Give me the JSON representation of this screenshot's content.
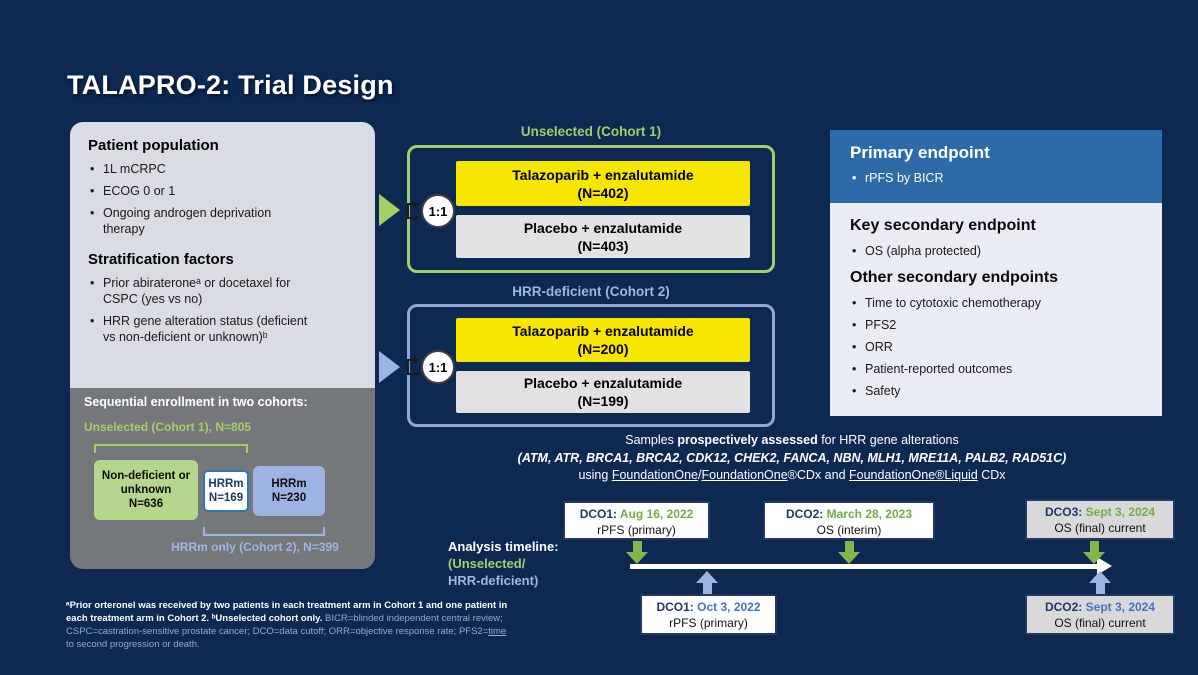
{
  "title": "TALAPRO-2: Trial Design",
  "patient_panel": {
    "population_heading": "Patient population",
    "population_bullets": [
      "1L mCRPC",
      "ECOG 0 or 1",
      "Ongoing androgen deprivation therapy"
    ],
    "stratification_heading": "Stratification factors",
    "stratification_bullets": [
      "Prior abirateroneᵃ or docetaxel for CSPC (yes vs no)",
      "HRR gene alteration status (deficient vs non-deficient or unknown)ᵇ"
    ]
  },
  "enrollment": {
    "heading": "Sequential enrollment in two cohorts:",
    "cohort1_label": "Unselected (Cohort 1), N=805",
    "groups": [
      {
        "label": "Non-deficient or unknown",
        "n": "N=636"
      },
      {
        "label": "HRRm",
        "n": "N=169"
      },
      {
        "label": "HRRm",
        "n": "N=230"
      }
    ],
    "cohort2_label": "HRRm only (Cohort 2), N=399"
  },
  "cohorts": [
    {
      "title": "Unselected (Cohort 1)",
      "ratio": "1:1",
      "arms": [
        {
          "name": "Talazoparib + enzalutamide",
          "n": "(N=402)"
        },
        {
          "name": "Placebo + enzalutamide",
          "n": "(N=403)"
        }
      ]
    },
    {
      "title": "HRR-deficient (Cohort 2)",
      "ratio": "1:1",
      "arms": [
        {
          "name": "Talazoparib + enzalutamide",
          "n": "(N=200)"
        },
        {
          "name": "Placebo + enzalutamide",
          "n": "(N=199)"
        }
      ]
    }
  ],
  "endpoints": {
    "primary_heading": "Primary endpoint",
    "primary_bullets": [
      "rPFS by BICR"
    ],
    "key_secondary_heading": "Key secondary endpoint",
    "key_secondary_bullets": [
      "OS (alpha protected)"
    ],
    "other_heading": "Other secondary endpoints",
    "other_bullets": [
      "Time to cytotoxic chemotherapy",
      "PFS2",
      "ORR",
      "Patient-reported outcomes",
      "Safety"
    ]
  },
  "samples": {
    "l1a": "Samples ",
    "l1b": "prospectively assessed",
    "l1c": " for HRR gene alterations",
    "l2": "(ATM, ATR, BRCA1, BRCA2, CDK12, CHEK2, FANCA, NBN, MLH1, MRE11A, PALB2, RAD51C)",
    "l3a": "using ",
    "l3b": "FoundationOne",
    "l3c": "/",
    "l3d": "FoundationOne",
    "l3e": "®CDx and ",
    "l3f": "FoundationOne®Liquid",
    "l3g": " CDx"
  },
  "timeline": {
    "label_line1": "Analysis timeline:",
    "label_line2": "(Unselected/",
    "label_line3": "HRR-deficient)",
    "top_boxes": [
      {
        "prefix": "DCO1: ",
        "date": "Aug 16, 2022",
        "desc": "rPFS (primary)"
      },
      {
        "prefix": "DCO2: ",
        "date": "March 28, 2023",
        "desc": "OS (interim)"
      },
      {
        "prefix": "DCO3: ",
        "date": "Sept 3, 2024",
        "desc": "OS (final) current"
      }
    ],
    "bottom_boxes": [
      {
        "prefix": "DCO1: ",
        "date": "Oct 3, 2022",
        "desc": "rPFS (primary)"
      },
      {
        "prefix": "DCO2: ",
        "date": "Sept 3, 2024",
        "desc": "OS (final) current"
      }
    ]
  },
  "footnotes": {
    "bold": "ᵃPrior orteronel was received by two patients in each treatment arm in Cohort 1 and one patient in each treatment arm in Cohort 2. ᵇUnselected cohort only. ",
    "regular_a": "BICR=blinded independent central review; CSPC=castration-sensitive prostate cancer; DCO=data cutoff; ORR=objective response rate; PFS2=",
    "underlined": "time",
    "regular_b": " to second progression or death."
  },
  "colors": {
    "background": "#0d2952",
    "cohort1_green": "#a6ce67",
    "cohort2_blue": "#9db3e4",
    "treatment_yellow": "#f7e600",
    "placebo_gray": "#e2e2e2",
    "primary_header_blue": "#2d6ba8",
    "navy_text": "#1f3864",
    "date_green": "#70ad47",
    "date_blue": "#4472c4"
  }
}
